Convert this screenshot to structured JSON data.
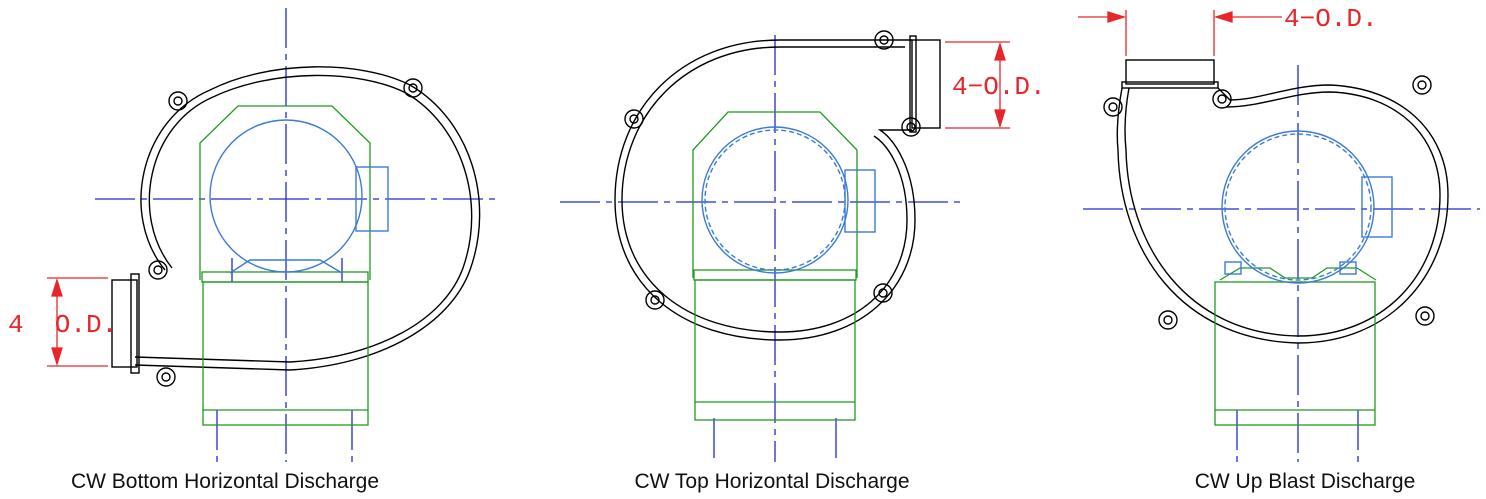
{
  "colors": {
    "housing": "#000000",
    "motor": "#3b7bd6",
    "centerline": "#1f2bd0",
    "frame": "#1f9a1f",
    "dimension": "#e8262a",
    "caption": "#111111"
  },
  "views": [
    {
      "name": "cw-bottom-horizontal",
      "caption": "CW Bottom Horizontal Discharge",
      "dimension_label": "4  O.D."
    },
    {
      "name": "cw-top-horizontal",
      "caption": "CW Top Horizontal Discharge",
      "dimension_label": "4−O.D."
    },
    {
      "name": "cw-up-blast",
      "caption": "CW Up Blast Discharge",
      "dimension_label": "4−O.D."
    }
  ]
}
